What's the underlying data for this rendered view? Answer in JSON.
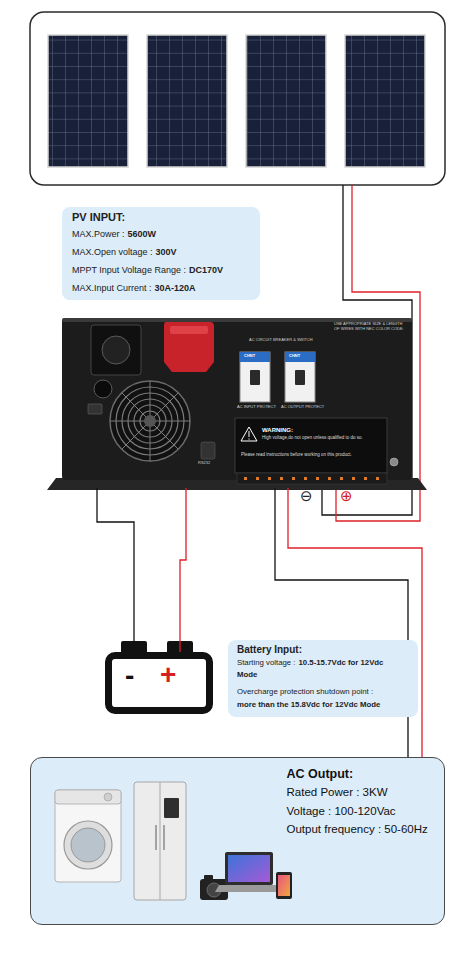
{
  "diagram": {
    "nodes": [
      {
        "text": [
          "PV INPUT:",
          "MAX.Power :",
          "5600W",
          "MAX.Open voltage :",
          "300V",
          "MPPT Input Voltage Range :",
          "DC170V",
          "MAX.Input Current :",
          "30A-120A"
        ]
      },
      {
        "text": [
          "AC CIRCUIT BREAKER & SWITCH",
          "USE APPROPRIATE SIZE & LENGTH OF WIRES WITH NEC COLOR CODE.",
          "RS232"
        ]
      },
      {
        "text": [
          "WARNING:",
          "High voltage,do not open unless qualified to do so.",
          "Please read instructions before working on this product."
        ],
        "in": 1
      },
      {
        "text": [
          "-",
          "+"
        ]
      },
      {
        "text": [
          "Battery Input:",
          "Starting voltage :",
          "10.5-15.7Vdc for 12Vdc Mode",
          "Overcharge protection shutdown point :",
          "more than the 15.8Vdc for 12Vdc Mode"
        ]
      },
      {
        "text": [
          "AC Output:",
          "Rated Power : 3KW",
          "Voltage : 100-120Vac",
          "Output frequency : 50-60Hz"
        ]
      }
    ],
    "edges": [
      {
        "from": 1,
        "to": 3,
        "arrow": "none"
      },
      {
        "from": 1,
        "to": 3,
        "arrow": "none"
      },
      {
        "from": 1,
        "to": 5,
        "arrow": "none"
      },
      {
        "from": 1,
        "to": 5,
        "arrow": "none"
      }
    ],
    "labels": [
      "CHNT",
      "CHNT",
      "AC INPUT PROTECT",
      "AC OUTPUT PROTECT",
      "⊖",
      "⊕"
    ]
  }
}
